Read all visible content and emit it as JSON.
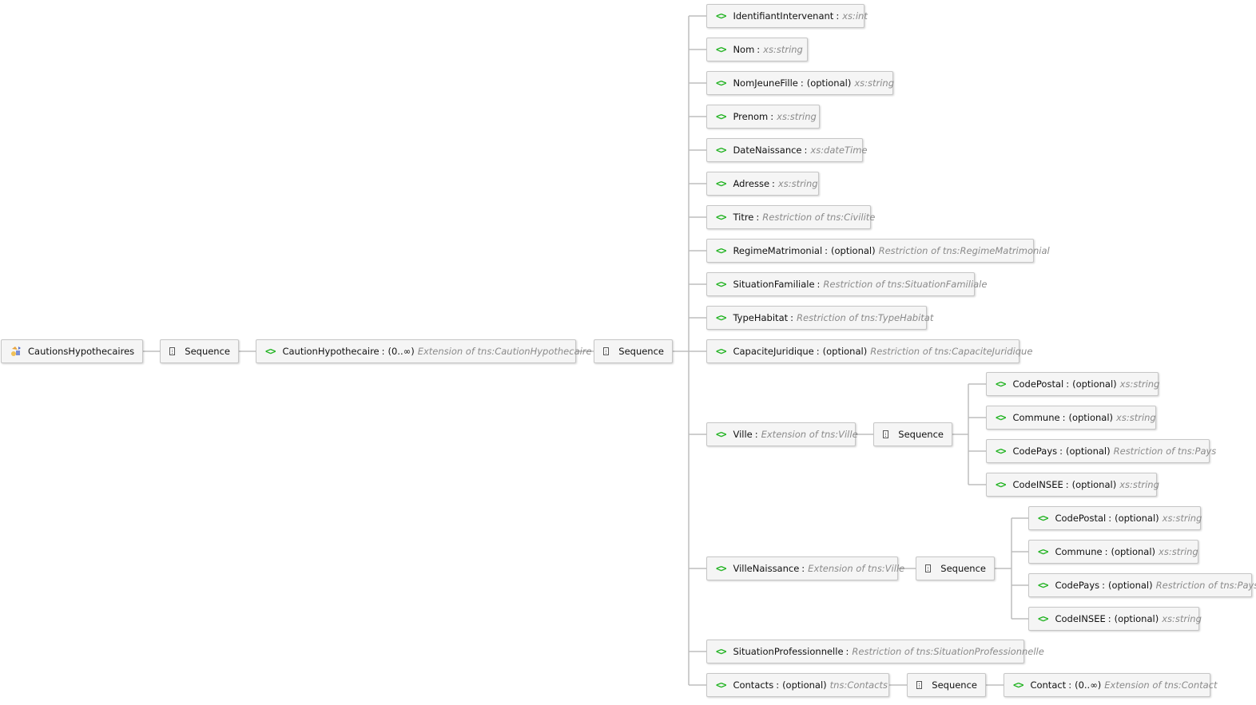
{
  "root": {
    "name": "CautionsHypothecaires",
    "icon": "root-element-icon"
  },
  "sequence_label": "Sequence",
  "caution": {
    "name": "CautionHypothecaire",
    "modifier": "(0..∞)",
    "type": "Extension of tns:CautionHypothecaire"
  },
  "elements": [
    {
      "name": "IdentifiantIntervenant",
      "modifier": "",
      "type": "xs:int"
    },
    {
      "name": "Nom",
      "modifier": "",
      "type": "xs:string"
    },
    {
      "name": "NomJeuneFille",
      "modifier": "(optional)",
      "type": "xs:string"
    },
    {
      "name": "Prenom",
      "modifier": "",
      "type": "xs:string"
    },
    {
      "name": "DateNaissance",
      "modifier": "",
      "type": "xs:dateTime"
    },
    {
      "name": "Adresse",
      "modifier": "",
      "type": "xs:string"
    },
    {
      "name": "Titre",
      "modifier": "",
      "type": "Restriction of tns:Civilite"
    },
    {
      "name": "RegimeMatrimonial",
      "modifier": "(optional)",
      "type": "Restriction of tns:RegimeMatrimonial"
    },
    {
      "name": "SituationFamiliale",
      "modifier": "",
      "type": "Restriction of tns:SituationFamiliale"
    },
    {
      "name": "TypeHabitat",
      "modifier": "",
      "type": "Restriction of tns:TypeHabitat"
    },
    {
      "name": "CapaciteJuridique",
      "modifier": "(optional)",
      "type": "Restriction of tns:CapaciteJuridique"
    },
    {
      "name": "Ville",
      "modifier": "",
      "type": "Extension of tns:Ville"
    },
    {
      "name": "VilleNaissance",
      "modifier": "",
      "type": "Extension of tns:Ville"
    },
    {
      "name": "SituationProfessionnelle",
      "modifier": "",
      "type": "Restriction of tns:SituationProfessionnelle"
    },
    {
      "name": "Contacts",
      "modifier": "(optional)",
      "type": "tns:Contacts"
    }
  ],
  "ville_children": [
    {
      "name": "CodePostal",
      "modifier": "(optional)",
      "type": "xs:string"
    },
    {
      "name": "Commune",
      "modifier": "(optional)",
      "type": "xs:string"
    },
    {
      "name": "CodePays",
      "modifier": "(optional)",
      "type": "Restriction of tns:Pays"
    },
    {
      "name": "CodeINSEE",
      "modifier": "(optional)",
      "type": "xs:string"
    }
  ],
  "ville_naissance_children": [
    {
      "name": "CodePostal",
      "modifier": "(optional)",
      "type": "xs:string"
    },
    {
      "name": "Commune",
      "modifier": "(optional)",
      "type": "xs:string"
    },
    {
      "name": "CodePays",
      "modifier": "(optional)",
      "type": "Restriction of tns:Pays"
    },
    {
      "name": "CodeINSEE",
      "modifier": "(optional)",
      "type": "xs:string"
    }
  ],
  "contact": {
    "name": "Contact",
    "modifier": "(0..∞)",
    "type": "Extension of tns:Contact"
  },
  "colors": {
    "element_icon": "#1fb21f",
    "type_text": "#8a8a8a",
    "connector": "#bdbdbd",
    "node_bg": "#f5f5f5",
    "node_border": "#c6c6c6"
  }
}
